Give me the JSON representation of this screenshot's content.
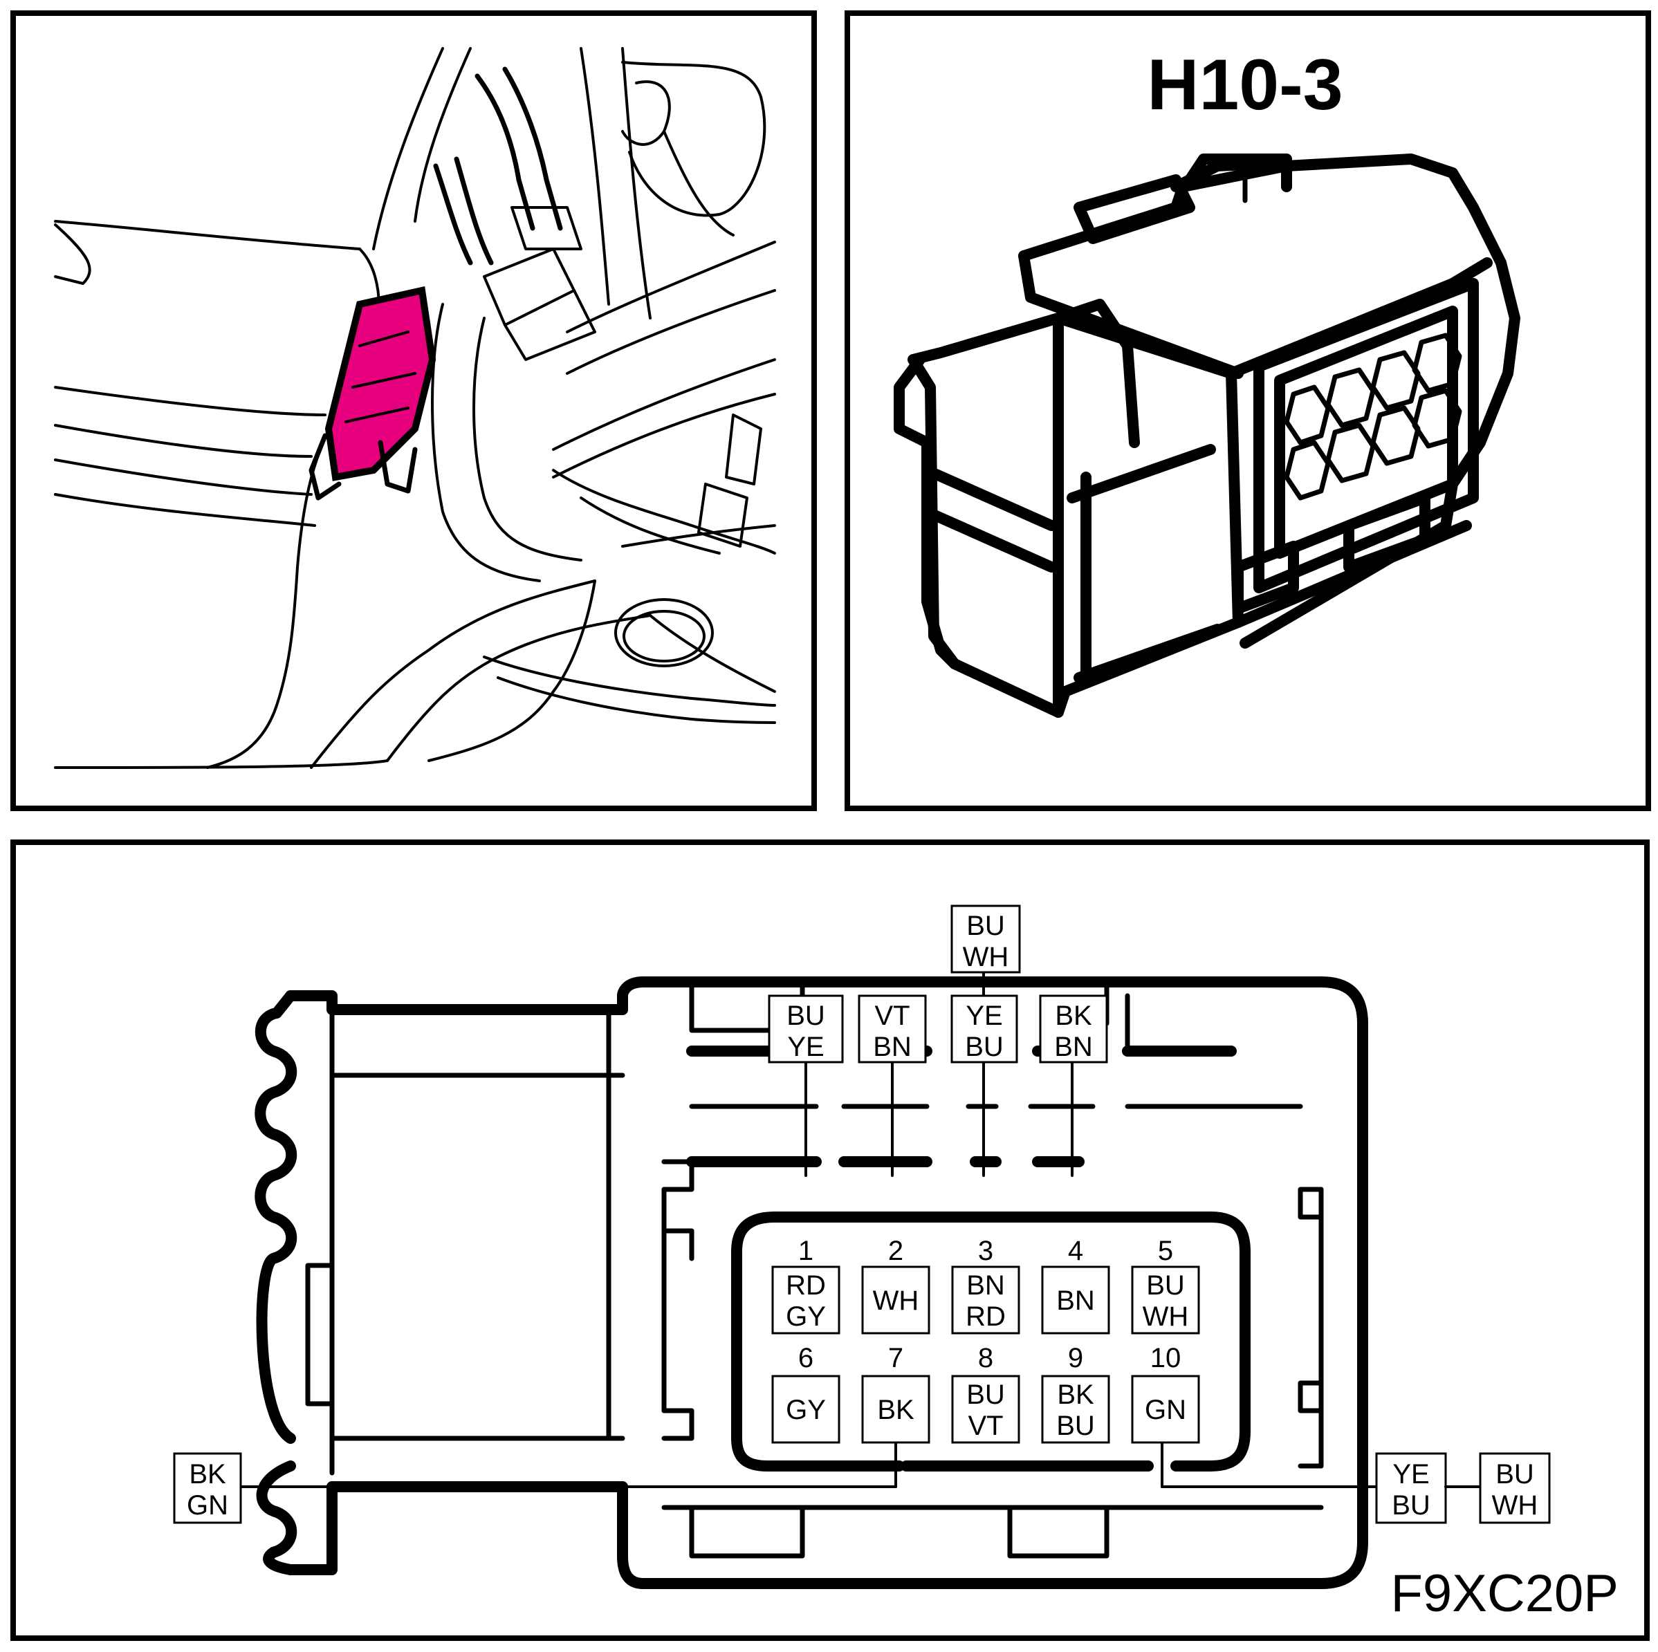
{
  "connector_id": "H10-3",
  "figure_code": "F9XC20P",
  "highlight_color": "#e6007e",
  "pins": [
    {
      "number": "1",
      "color_line1": "RD",
      "color_line2": "GY"
    },
    {
      "number": "2",
      "color_line1": "WH",
      "color_line2": ""
    },
    {
      "number": "3",
      "color_line1": "BN",
      "color_line2": "RD"
    },
    {
      "number": "4",
      "color_line1": "BN",
      "color_line2": ""
    },
    {
      "number": "5",
      "color_line1": "BU",
      "color_line2": "WH"
    },
    {
      "number": "6",
      "color_line1": "GY",
      "color_line2": ""
    },
    {
      "number": "7",
      "color_line1": "BK",
      "color_line2": ""
    },
    {
      "number": "8",
      "color_line1": "BU",
      "color_line2": "VT"
    },
    {
      "number": "9",
      "color_line1": "BK",
      "color_line2": "BU"
    },
    {
      "number": "10",
      "color_line1": "GN",
      "color_line2": ""
    }
  ],
  "wires": {
    "pin1": {
      "line1": "BU",
      "line2": "YE"
    },
    "pin2": {
      "line1": "VT",
      "line2": "BN"
    },
    "pin3": {
      "line1": "YE",
      "line2": "BU"
    },
    "pin3_extra": {
      "line1": "BU",
      "line2": "WH"
    },
    "pin4": {
      "line1": "BK",
      "line2": "BN"
    },
    "pin7": {
      "line1": "BK",
      "line2": "GN"
    },
    "pin10": {
      "line1": "YE",
      "line2": "BU"
    },
    "pin10_extra": {
      "line1": "BU",
      "line2": "WH"
    }
  }
}
